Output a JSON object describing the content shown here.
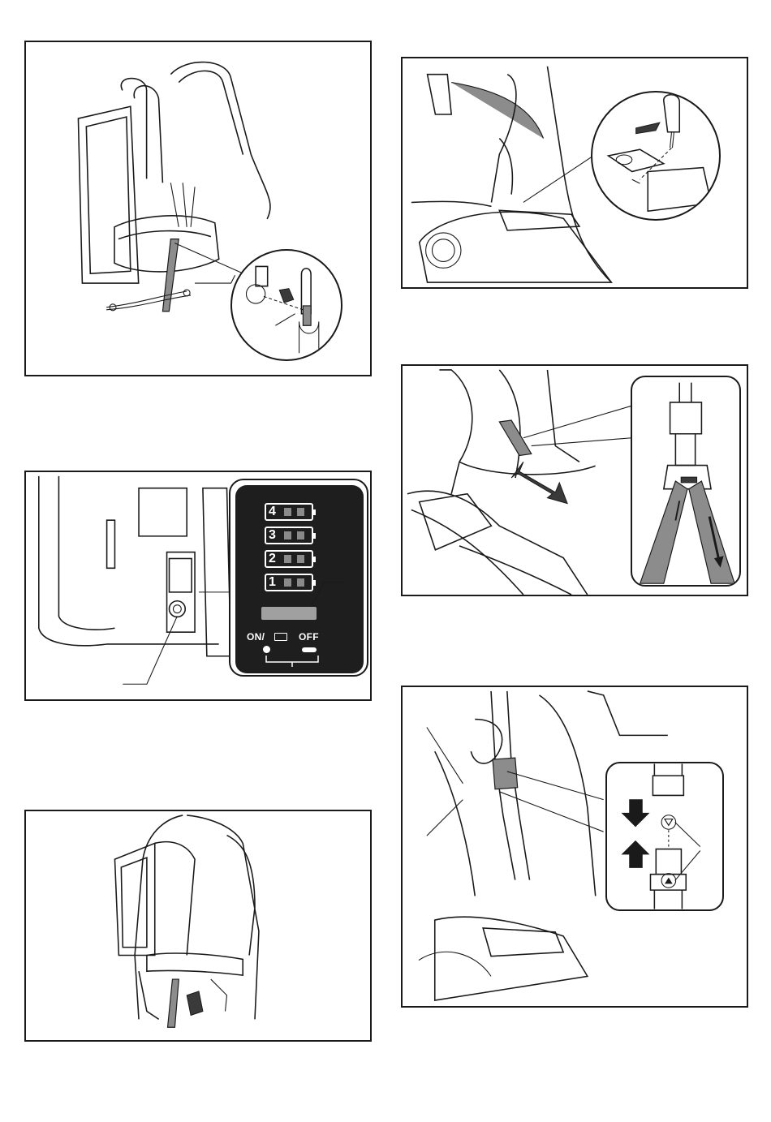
{
  "battery_indicator": {
    "levels": [
      "4",
      "3",
      "2",
      "1"
    ],
    "on_label": "ON/",
    "off_label": "OFF"
  },
  "colors": {
    "line": "#1a1a1a",
    "panel": "#1e1e1e",
    "strap_gray": "#8c8c8c",
    "indicator_bar": "#a0a0a0"
  }
}
